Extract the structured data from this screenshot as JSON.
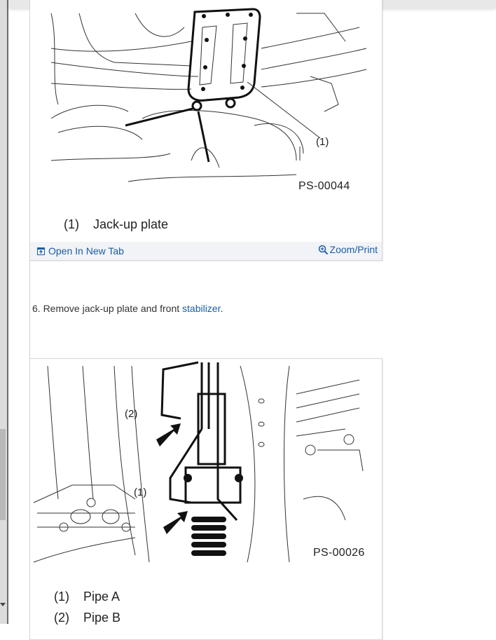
{
  "figures": [
    {
      "code": "PS-00044",
      "callouts": [
        "(1)"
      ],
      "legend": [
        {
          "num": "(1)",
          "label": "Jack-up plate"
        }
      ],
      "toolbar": {
        "open_label": "Open In New Tab",
        "open_icon": "open-new-tab-icon",
        "zoom_label": "Zoom/Print",
        "zoom_icon": "magnifier-plus-icon"
      }
    },
    {
      "code": "PS-00026",
      "callouts": [
        "(2)",
        "(1)"
      ],
      "legend": [
        {
          "num": "(1)",
          "label": "Pipe A"
        },
        {
          "num": "(2)",
          "label": "Pipe B"
        }
      ]
    }
  ],
  "step": {
    "text_before": "6. Remove jack-up plate and front ",
    "link": "stabilizer",
    "text_after": "."
  },
  "colors": {
    "link": "#1a5da8",
    "toolbar_bg": "#f1f3f6",
    "text": "#333333"
  }
}
